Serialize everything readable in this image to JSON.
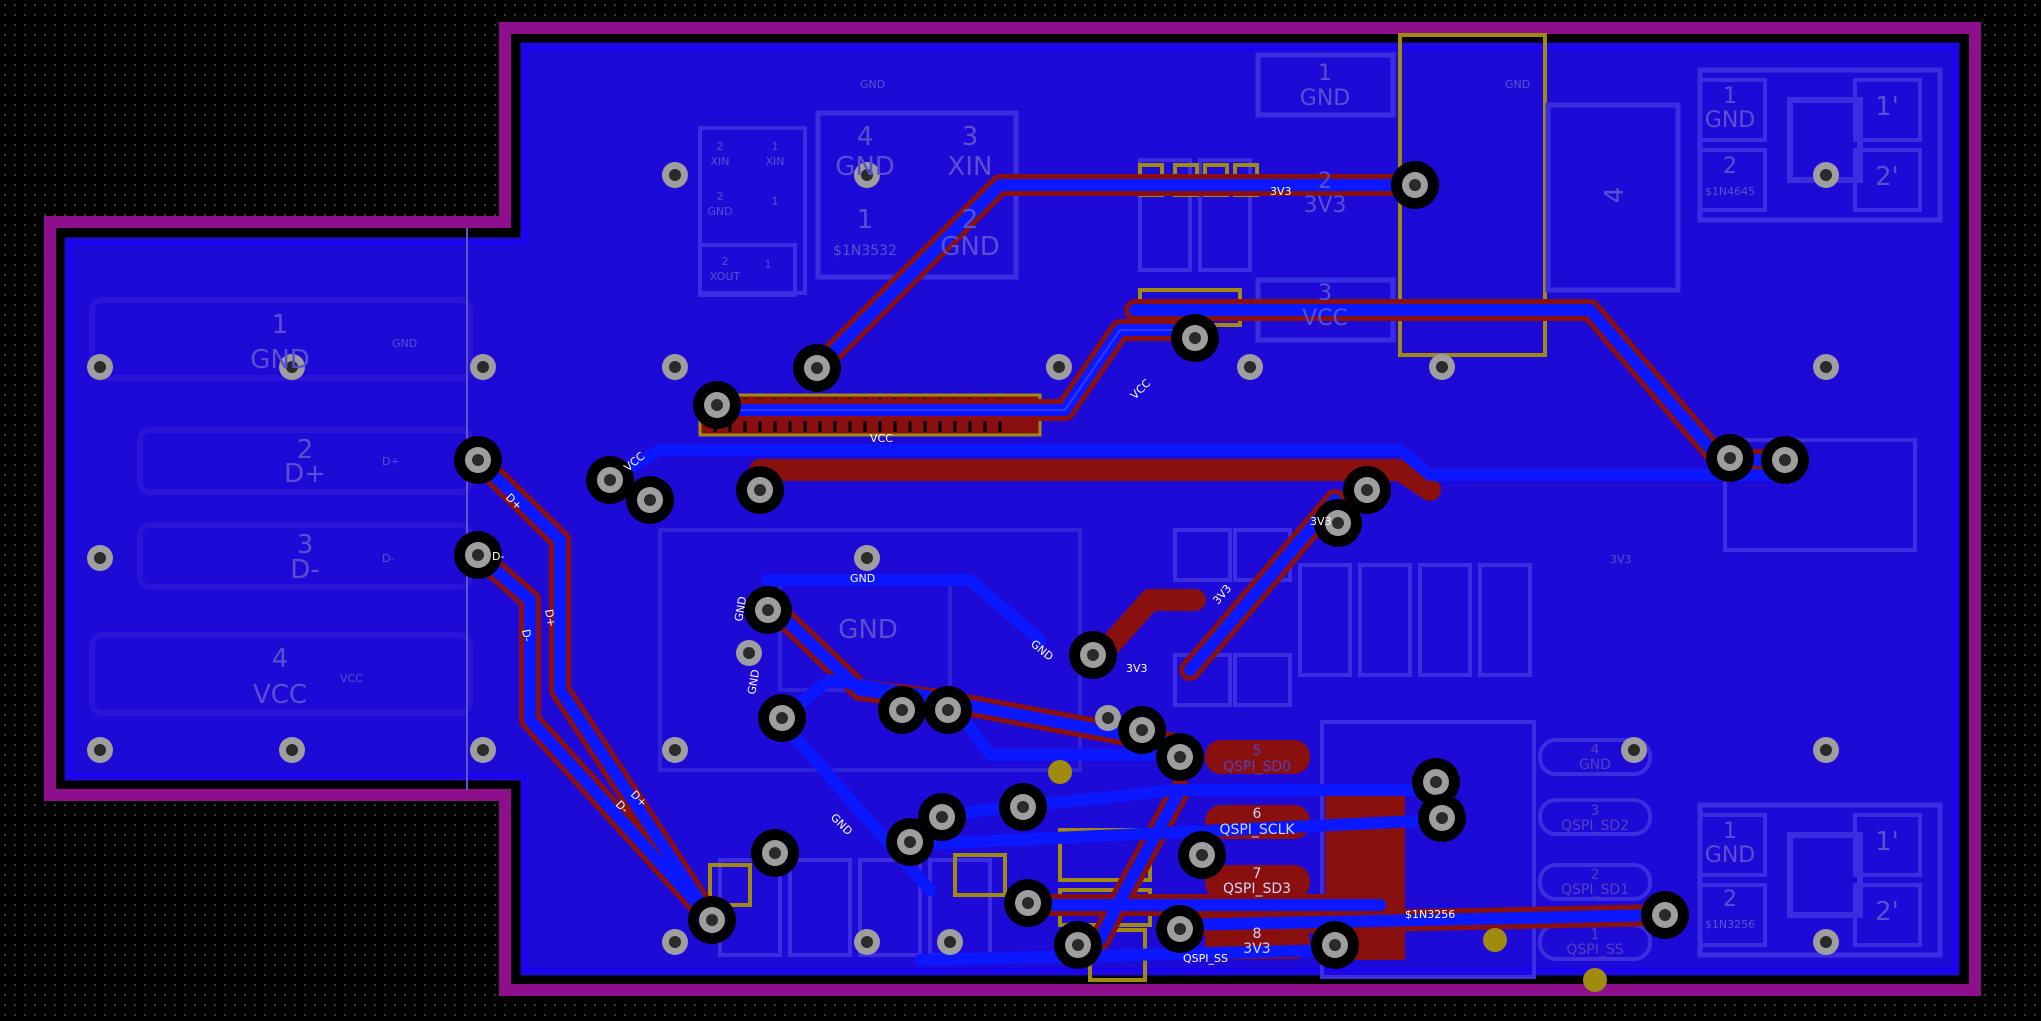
{
  "colors": {
    "background": "#000000",
    "outline": "#8e0f8c",
    "copper_fill": "#1e0ad6",
    "top_copper": "#8a0f0f",
    "bottom_trace": "#0b18ff",
    "via_ring": "#9e9e9e",
    "silkscreen": "#5a4fd0",
    "gold": "#a08a10"
  },
  "usb_connector": {
    "pads": [
      {
        "num": "1",
        "name": "GND",
        "net": "GND"
      },
      {
        "num": "2",
        "name": "D+",
        "net": "D+"
      },
      {
        "num": "3",
        "name": "D-",
        "net": "D-"
      },
      {
        "num": "4",
        "name": "VCC",
        "net": "VCC"
      }
    ]
  },
  "crystal": {
    "pads": [
      {
        "num": "4",
        "name": "GND"
      },
      {
        "num": "3",
        "name": "XIN"
      },
      {
        "num": "1",
        "name": "$1N3532"
      },
      {
        "num": "2",
        "name": "GND"
      }
    ],
    "small_pads": [
      "2",
      "XIN",
      "1",
      "XIN",
      "2",
      "GND",
      "1",
      "2",
      "XOUT",
      "1"
    ]
  },
  "regulator": {
    "pads": [
      {
        "num": "1",
        "name": "GND"
      },
      {
        "num": "2",
        "name": "3V3"
      },
      {
        "num": "3",
        "name": "VCC"
      },
      {
        "num": "4",
        "name": ""
      }
    ]
  },
  "button_top": {
    "pads": [
      {
        "num": "1",
        "name": "GND"
      },
      {
        "num": "2",
        "name": "$1N4645"
      },
      {
        "num": "1'",
        "name": ""
      },
      {
        "num": "2'",
        "name": ""
      }
    ]
  },
  "button_bottom": {
    "pads": [
      {
        "num": "1",
        "name": "GND"
      },
      {
        "num": "2",
        "name": "$1N3256"
      },
      {
        "num": "1'",
        "name": ""
      },
      {
        "num": "2'",
        "name": ""
      }
    ]
  },
  "flash": {
    "left_pads": [
      {
        "num": "5",
        "name": "QSPI_SD0"
      },
      {
        "num": "6",
        "name": "QSPI_SCLK"
      },
      {
        "num": "7",
        "name": "QSPI_SD3"
      },
      {
        "num": "8",
        "name": "3V3"
      }
    ],
    "right_pads": [
      {
        "num": "4",
        "name": "GND"
      },
      {
        "num": "3",
        "name": "QSPI_SD2"
      },
      {
        "num": "2",
        "name": "QSPI_SD1"
      },
      {
        "num": "1",
        "name": "QSPI_SS"
      }
    ]
  },
  "mcu": {
    "center_label": "GND"
  },
  "net_labels": [
    {
      "text": "VCC"
    },
    {
      "text": "VCC"
    },
    {
      "text": "VCC"
    },
    {
      "text": "D+"
    },
    {
      "text": "D-"
    },
    {
      "text": "D+"
    },
    {
      "text": "D-"
    },
    {
      "text": "D+"
    },
    {
      "text": "D-"
    },
    {
      "text": "GND"
    },
    {
      "text": "GND"
    },
    {
      "text": "GND"
    },
    {
      "text": "GND"
    },
    {
      "text": "GND"
    },
    {
      "text": "3V3"
    },
    {
      "text": "3V3"
    },
    {
      "text": "3V3"
    },
    {
      "text": "$1N3256"
    },
    {
      "text": "QSPI_SS"
    },
    {
      "text": "3V3"
    }
  ],
  "copper_pour_labels": [
    "GND",
    "GND",
    "GND",
    "D+",
    "D-",
    "VCC",
    "3V3"
  ]
}
